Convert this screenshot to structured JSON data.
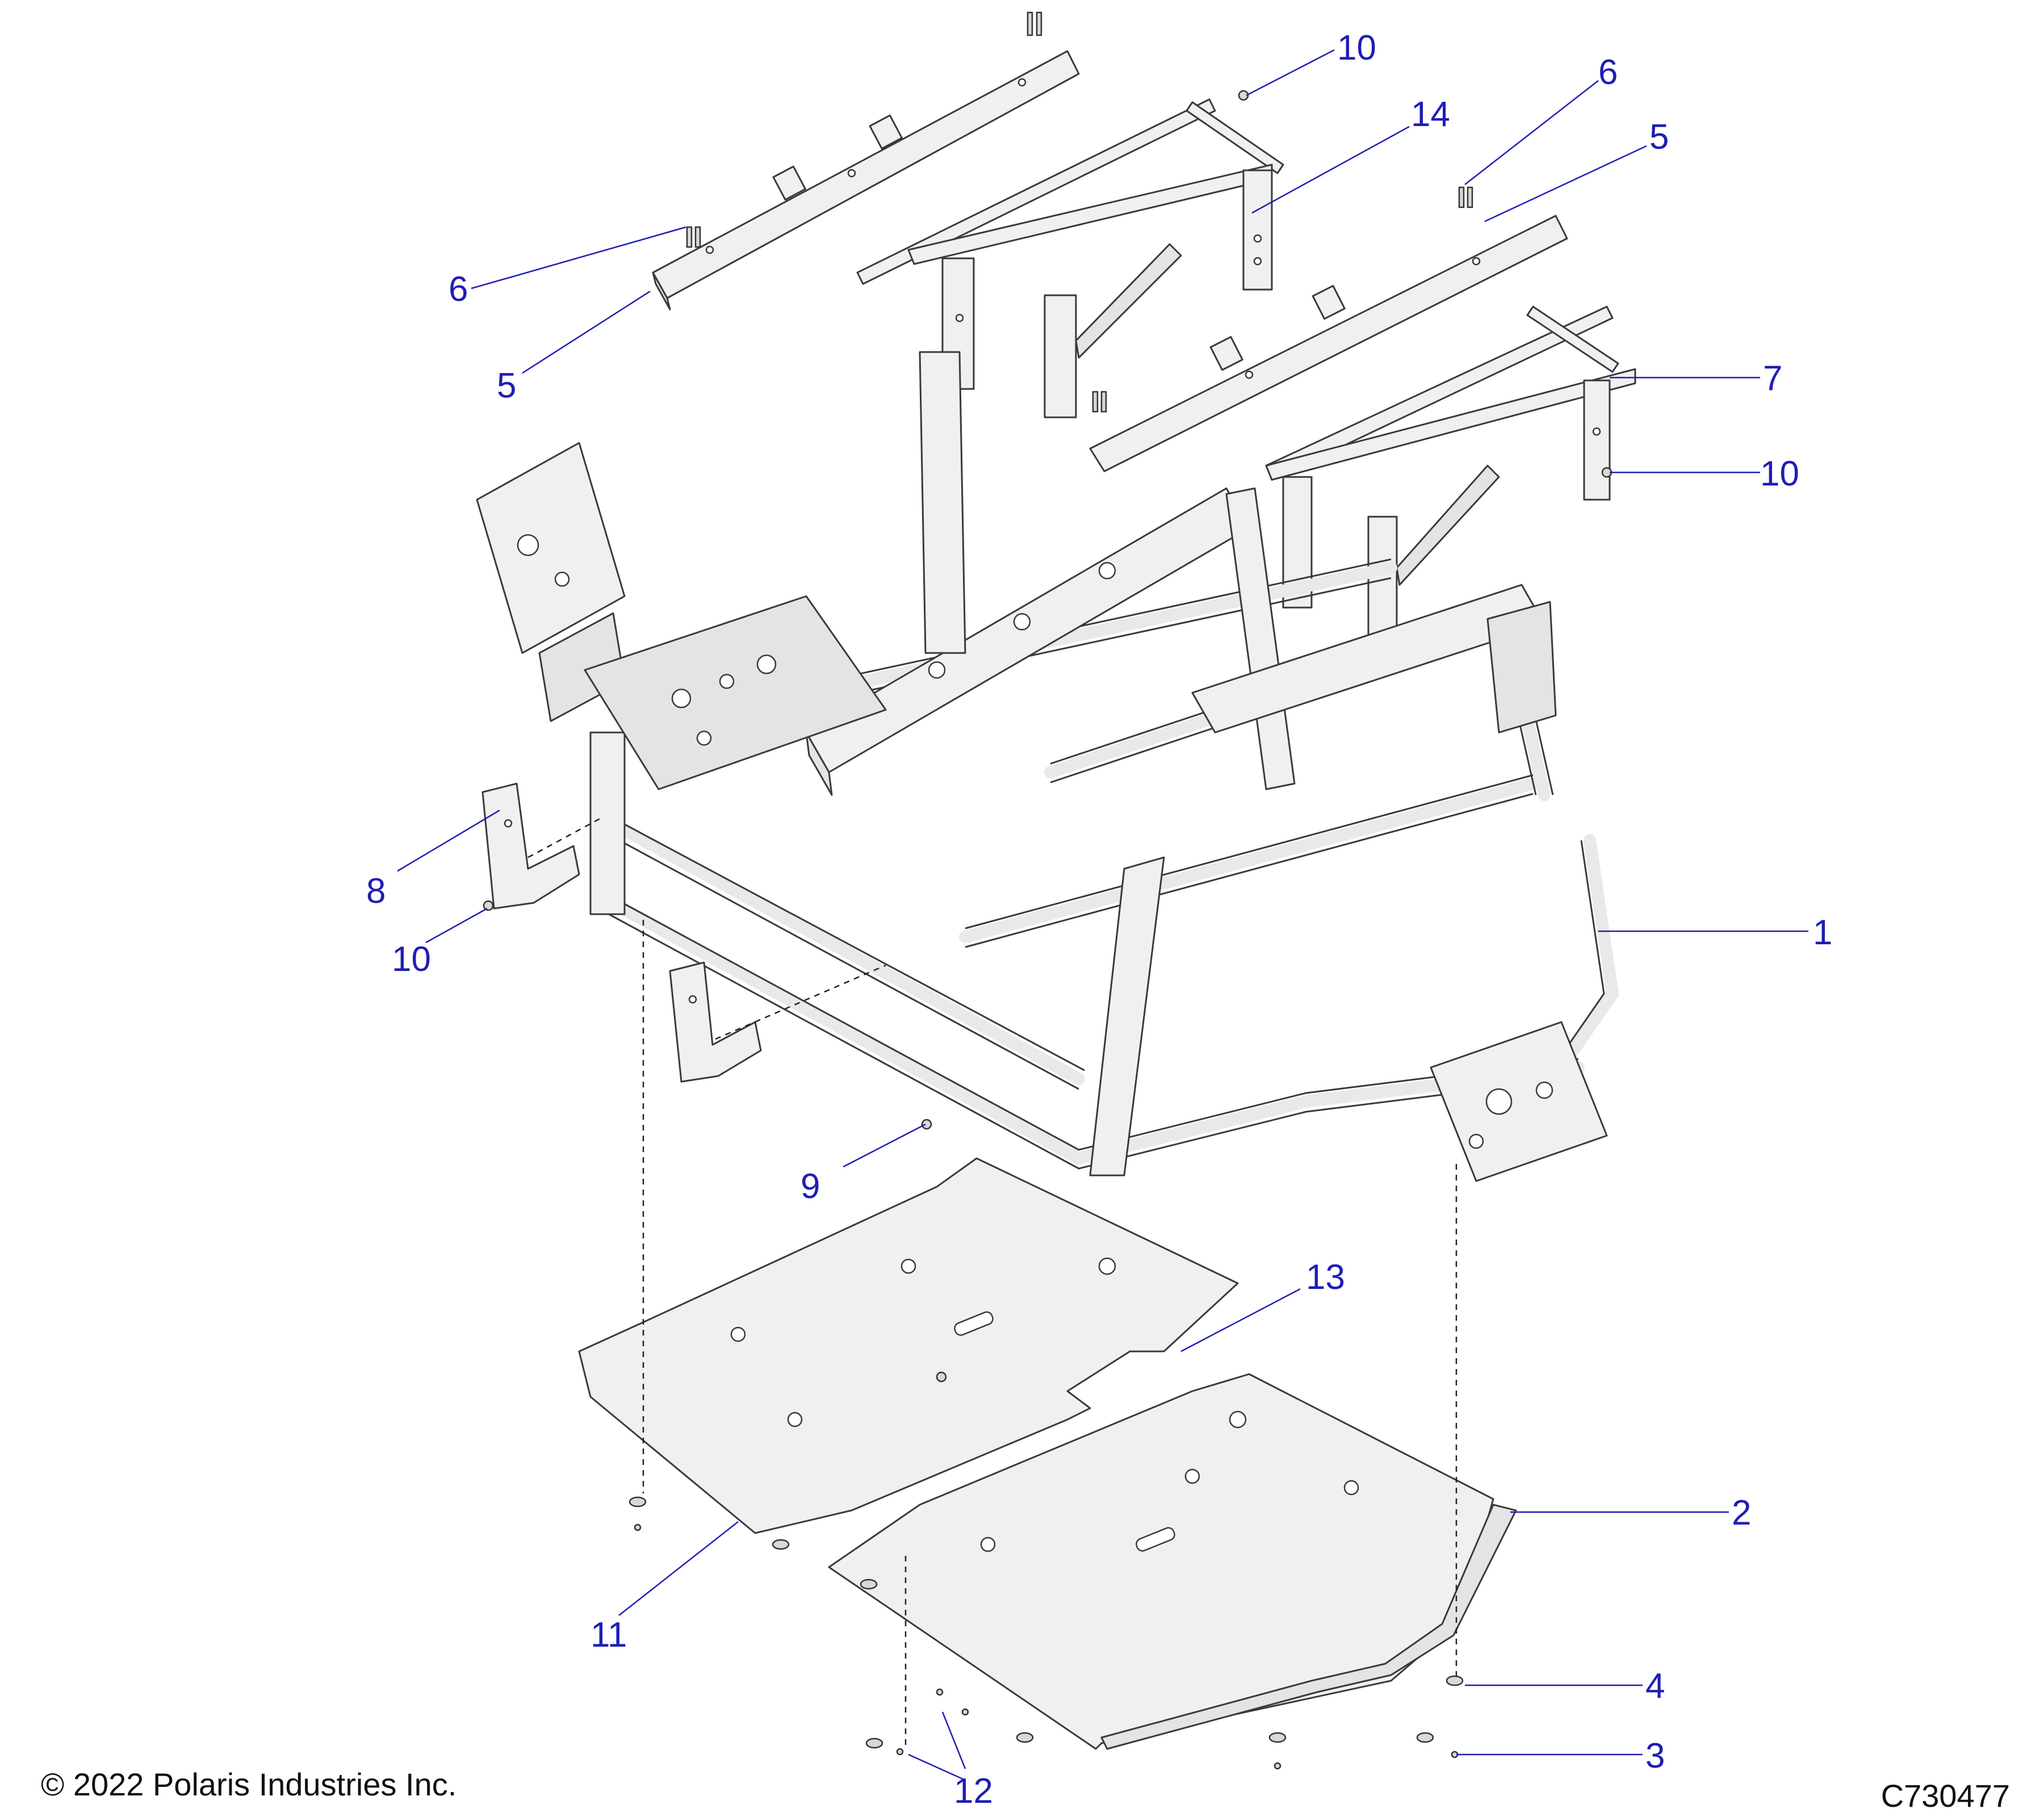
{
  "callouts": {
    "c1": "1",
    "c2": "2",
    "c3": "3",
    "c4": "4",
    "c5a": "5",
    "c5b": "5",
    "c6a": "6",
    "c6b": "6",
    "c7": "7",
    "c8": "8",
    "c9": "9",
    "c10a": "10",
    "c10b": "10",
    "c10c": "10",
    "c11": "11",
    "c12": "12",
    "c13": "13",
    "c14": "14"
  },
  "footer": {
    "copyright": "© 2022 Polaris Industries Inc.",
    "drawing_id": "C730477"
  },
  "colors": {
    "callout": "#1e1eb4",
    "linework": "#3a3a3a",
    "part_fill": "#f0f0f0"
  }
}
